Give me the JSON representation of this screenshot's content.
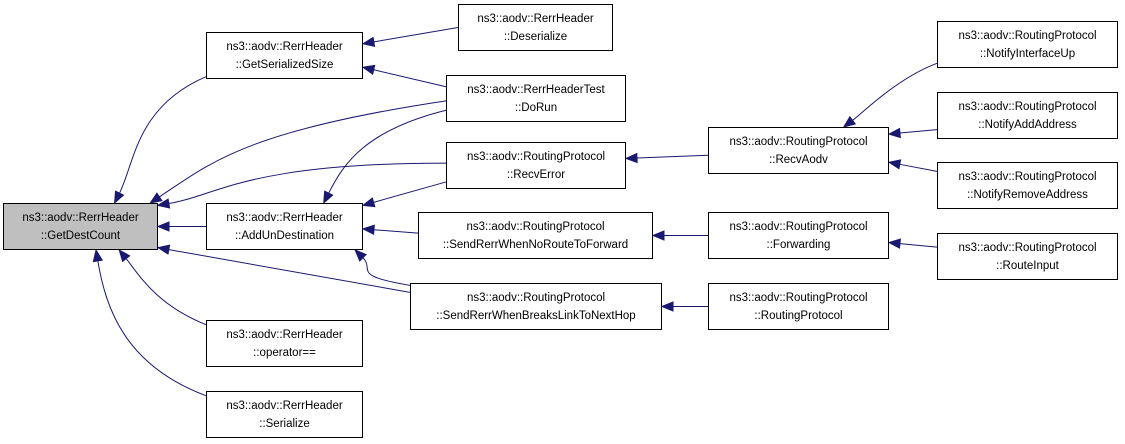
{
  "colors": {
    "edge": "#191970",
    "focus_fill": "#bfbfbf",
    "node_fill": "#ffffff",
    "border": "#000000"
  },
  "nodes": {
    "getdestcount": {
      "line1": "ns3::aodv::RerrHeader",
      "line2": "::GetDestCount"
    },
    "getserializedsize": {
      "line1": "ns3::aodv::RerrHeader",
      "line2": "::GetSerializedSize"
    },
    "addundestination": {
      "line1": "ns3::aodv::RerrHeader",
      "line2": "::AddUnDestination"
    },
    "operatoreq": {
      "line1": "ns3::aodv::RerrHeader",
      "line2": "::operator=="
    },
    "serialize": {
      "line1": "ns3::aodv::RerrHeader",
      "line2": "::Serialize"
    },
    "deserialize": {
      "line1": "ns3::aodv::RerrHeader",
      "line2": "::Deserialize"
    },
    "dorun": {
      "line1": "ns3::aodv::RerrHeaderTest",
      "line2": "::DoRun"
    },
    "recverror": {
      "line1": "ns3::aodv::RoutingProtocol",
      "line2": "::RecvError"
    },
    "sendrerrnoroute": {
      "line1": "ns3::aodv::RoutingProtocol",
      "line2": "::SendRerrWhenNoRouteToForward"
    },
    "sendrerrbreaks": {
      "line1": "ns3::aodv::RoutingProtocol",
      "line2": "::SendRerrWhenBreaksLinkToNextHop"
    },
    "recvaodv": {
      "line1": "ns3::aodv::RoutingProtocol",
      "line2": "::RecvAodv"
    },
    "forwarding": {
      "line1": "ns3::aodv::RoutingProtocol",
      "line2": "::Forwarding"
    },
    "routingprotocol": {
      "line1": "ns3::aodv::RoutingProtocol",
      "line2": "::RoutingProtocol"
    },
    "notifyifup": {
      "line1": "ns3::aodv::RoutingProtocol",
      "line2": "::NotifyInterfaceUp"
    },
    "notifyaddaddr": {
      "line1": "ns3::aodv::RoutingProtocol",
      "line2": "::NotifyAddAddress"
    },
    "notifyremoveaddr": {
      "line1": "ns3::aodv::RoutingProtocol",
      "line2": "::NotifyRemoveAddress"
    },
    "routeinput": {
      "line1": "ns3::aodv::RoutingProtocol",
      "line2": "::RouteInput"
    }
  },
  "edges": [
    [
      "getserializedsize",
      "getdestcount"
    ],
    [
      "dorun",
      "getdestcount"
    ],
    [
      "recverror",
      "getdestcount"
    ],
    [
      "addundestination",
      "getdestcount"
    ],
    [
      "sendrerrbreaks",
      "getdestcount"
    ],
    [
      "operatoreq",
      "getdestcount"
    ],
    [
      "serialize",
      "getdestcount"
    ],
    [
      "deserialize",
      "getserializedsize"
    ],
    [
      "dorun",
      "getserializedsize"
    ],
    [
      "dorun",
      "addundestination"
    ],
    [
      "recverror",
      "addundestination"
    ],
    [
      "sendrerrnoroute",
      "addundestination"
    ],
    [
      "sendrerrbreaks",
      "addundestination"
    ],
    [
      "recvaodv",
      "recverror"
    ],
    [
      "forwarding",
      "sendrerrnoroute"
    ],
    [
      "routingprotocol",
      "sendrerrbreaks"
    ],
    [
      "notifyifup",
      "recvaodv"
    ],
    [
      "notifyaddaddr",
      "recvaodv"
    ],
    [
      "notifyremoveaddr",
      "recvaodv"
    ],
    [
      "routeinput",
      "forwarding"
    ]
  ]
}
